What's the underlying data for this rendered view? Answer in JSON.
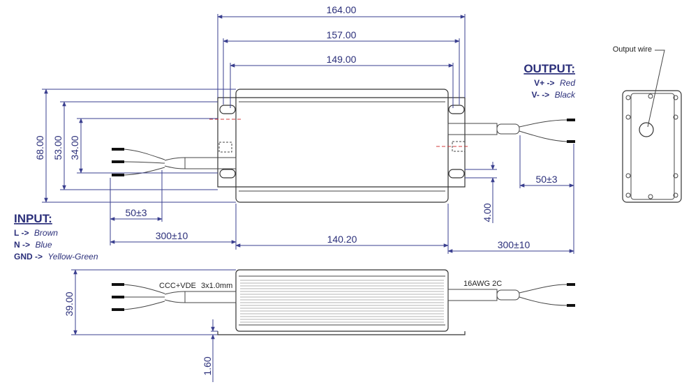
{
  "top_view": {
    "dims": {
      "width_164": "164.00",
      "width_157": "157.00",
      "width_149": "149.00",
      "height_68": "68.00",
      "height_53": "53.00",
      "height_34": "34.00",
      "length_140": "140.20",
      "input_strip": "50±3",
      "input_cable": "300±10",
      "output_strip": "50±3",
      "output_cable": "300±10",
      "slot_4": "4.00"
    }
  },
  "output": {
    "title": "OUTPUT:",
    "items": [
      {
        "key": "V+ ->",
        "value": "Red"
      },
      {
        "key": "V- ->",
        "value": "Black"
      }
    ]
  },
  "input": {
    "title": "INPUT:",
    "items": [
      {
        "key": "L ->",
        "value": "Brown"
      },
      {
        "key": "N ->",
        "value": "Blue"
      },
      {
        "key": "GND ->",
        "value": "Yellow-Green"
      }
    ]
  },
  "side_view": {
    "input_cable_label": "CCC+VDE",
    "input_cable_spec": "3x1.0mm",
    "output_cable_spec": "16AWG 2C",
    "height": "39.00",
    "flange": "1.60"
  },
  "end_view": {
    "callout": "Output wire"
  }
}
